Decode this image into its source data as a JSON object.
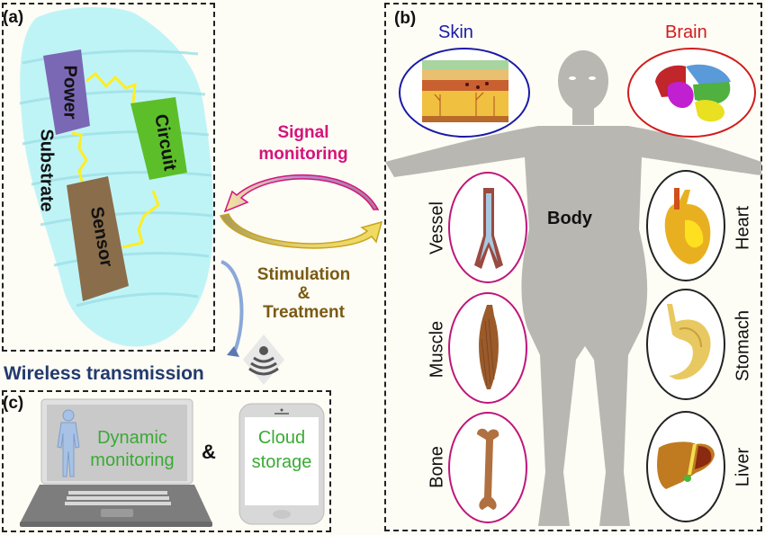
{
  "panel_a": {
    "label": "(a)",
    "substrate": "Substrate",
    "power": "Power",
    "circuit": "Circuit",
    "sensor": "Sensor",
    "colors": {
      "substrate": "#bff4f7",
      "power": "#7b68b5",
      "circuit": "#5cbf2a",
      "sensor": "#8a6d4a",
      "wire": "#ffee22"
    }
  },
  "middle": {
    "signal_line1": "Signal",
    "signal_line2": "monitoring",
    "stim_line1": "Stimulation",
    "stim_line2": "&",
    "stim_line3": "Treatment",
    "wireless": "Wireless transmission",
    "colors": {
      "signal": "#d4147a",
      "stim": "#7a5a12",
      "wireless": "#223a6e"
    }
  },
  "panel_b": {
    "label": "(b)",
    "skin": "Skin",
    "brain": "Brain",
    "body": "Body",
    "vessel": "Vessel",
    "muscle": "Muscle",
    "bone": "Bone",
    "heart": "Heart",
    "stomach": "Stomach",
    "liver": "Liver",
    "colors": {
      "skin": "#1a1aa8",
      "brain": "#d01c1c",
      "left_oval": "#c0157a",
      "right_oval": "#222222"
    }
  },
  "panel_c": {
    "label": "(c)",
    "laptop_line1": "Dynamic",
    "laptop_line2": "monitoring",
    "ampersand": "&",
    "phone_line1": "Cloud",
    "phone_line2": "storage",
    "colors": {
      "text": "#3aaa35"
    }
  }
}
